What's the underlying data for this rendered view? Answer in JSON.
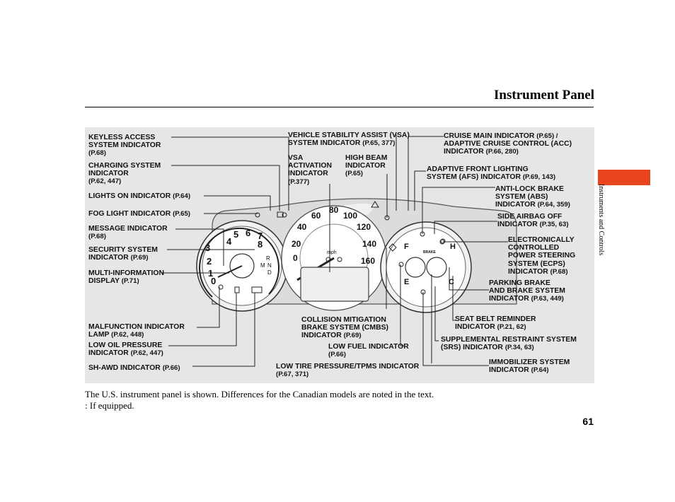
{
  "page": {
    "title": "Instrument Panel",
    "number": "61",
    "section_tab": "Instruments and Controls",
    "tab_color": "#e8451e"
  },
  "caption": "The U.S. instrument panel is shown. Differences for the Canadian models are noted in the text.",
  "note": ": If equipped.",
  "gauge_text": {
    "tach_numbers": [
      "0",
      "1",
      "2",
      "3",
      "4",
      "5",
      "6",
      "7",
      "8"
    ],
    "gear": [
      "R",
      "N",
      "D",
      "M"
    ],
    "speed_mph": [
      "0",
      "20",
      "40",
      "60",
      "80",
      "100",
      "120",
      "140",
      "160"
    ],
    "mph": "mph",
    "fuel_f": "F",
    "fuel_e": "E",
    "temp_h": "H",
    "temp_c": "C",
    "brake": "BRAKE"
  },
  "labels": {
    "keyless": {
      "lines": [
        "KEYLESS ACCESS",
        "SYSTEM INDICATOR"
      ],
      "page": "(P.68)"
    },
    "charging": {
      "lines": [
        "CHARGING SYSTEM",
        "INDICATOR"
      ],
      "page": "(P.62, 447)"
    },
    "lights_on": {
      "text": "LIGHTS ON INDICATOR",
      "page": "(P.64)"
    },
    "fog": {
      "text": "FOG LIGHT INDICATOR",
      "page": "(P.65)"
    },
    "message": {
      "text": "MESSAGE INDICATOR",
      "page": "(P.68)"
    },
    "security": {
      "lines": [
        "SECURITY SYSTEM",
        "INDICATOR"
      ],
      "page": "(P.69)"
    },
    "multi_info": {
      "lines": [
        "MULTI-INFORMATION",
        "DISPLAY"
      ],
      "page": "(P.71)"
    },
    "malfunction": {
      "lines": [
        "MALFUNCTION INDICATOR",
        "LAMP"
      ],
      "page": "(P.62, 448)"
    },
    "oil": {
      "lines": [
        "LOW OIL PRESSURE",
        "INDICATOR"
      ],
      "page": "(P.62, 447)"
    },
    "shawd": {
      "text": "SH-AWD INDICATOR",
      "page": "(P.66)"
    },
    "vsa_system": {
      "lines": [
        "VEHICLE STABILITY ASSIST (VSA)",
        "SYSTEM INDICATOR"
      ],
      "page": "(P.65, 377)"
    },
    "vsa_activation": {
      "lines": [
        "VSA",
        "ACTIVATION",
        "INDICATOR"
      ],
      "page": "(P.377)"
    },
    "high_beam": {
      "lines": [
        "HIGH BEAM",
        "INDICATOR"
      ],
      "page": "(P.65)"
    },
    "cmbs": {
      "lines": [
        "COLLISION MITIGATION",
        "BRAKE SYSTEM (CMBS)",
        "INDICATOR"
      ],
      "page": "(P.69)"
    },
    "low_fuel": {
      "text": "LOW FUEL INDICATOR",
      "page": "(P.66)"
    },
    "tpms": {
      "text": "LOW TIRE PRESSURE/TPMS INDICATOR",
      "page": "(P.67, 371)"
    },
    "cruise": {
      "lines": [
        "CRUISE MAIN INDICATOR",
        "ADAPTIVE CRUISE CONTROL (ACC)",
        "INDICATOR"
      ],
      "page1": "(P.65) /",
      "page2": "(P.66, 280)"
    },
    "afs": {
      "lines": [
        "ADAPTIVE FRONT LIGHTING",
        "SYSTEM (AFS) INDICATOR"
      ],
      "page": "(P.69, 143)"
    },
    "abs": {
      "lines": [
        "ANTI-LOCK BRAKE",
        "SYSTEM (ABS)",
        "INDICATOR"
      ],
      "page": "(P.64, 359)"
    },
    "airbag_off": {
      "lines": [
        "SIDE AIRBAG OFF",
        "INDICATOR"
      ],
      "page": "(P.35, 63)"
    },
    "ecps": {
      "lines": [
        "ELECTRONICALLY",
        "CONTROLLED",
        "POWER STEERING",
        "SYSTEM (ECPS)",
        "INDICATOR"
      ],
      "page": "(P.68)"
    },
    "parking": {
      "lines": [
        "PARKING BRAKE",
        "AND BRAKE SYSTEM",
        "INDICATOR"
      ],
      "page": "(P.63, 449)"
    },
    "seatbelt": {
      "lines": [
        "SEAT BELT REMINDER",
        "INDICATOR"
      ],
      "page": "(P.21, 62)"
    },
    "srs": {
      "lines": [
        "SUPPLEMENTAL RESTRAINT SYSTEM",
        "(SRS) INDICATOR"
      ],
      "page": "(P.34, 63)"
    },
    "immobilizer": {
      "lines": [
        "IMMOBILIZER SYSTEM",
        "INDICATOR"
      ],
      "page": "(P.64)"
    }
  }
}
